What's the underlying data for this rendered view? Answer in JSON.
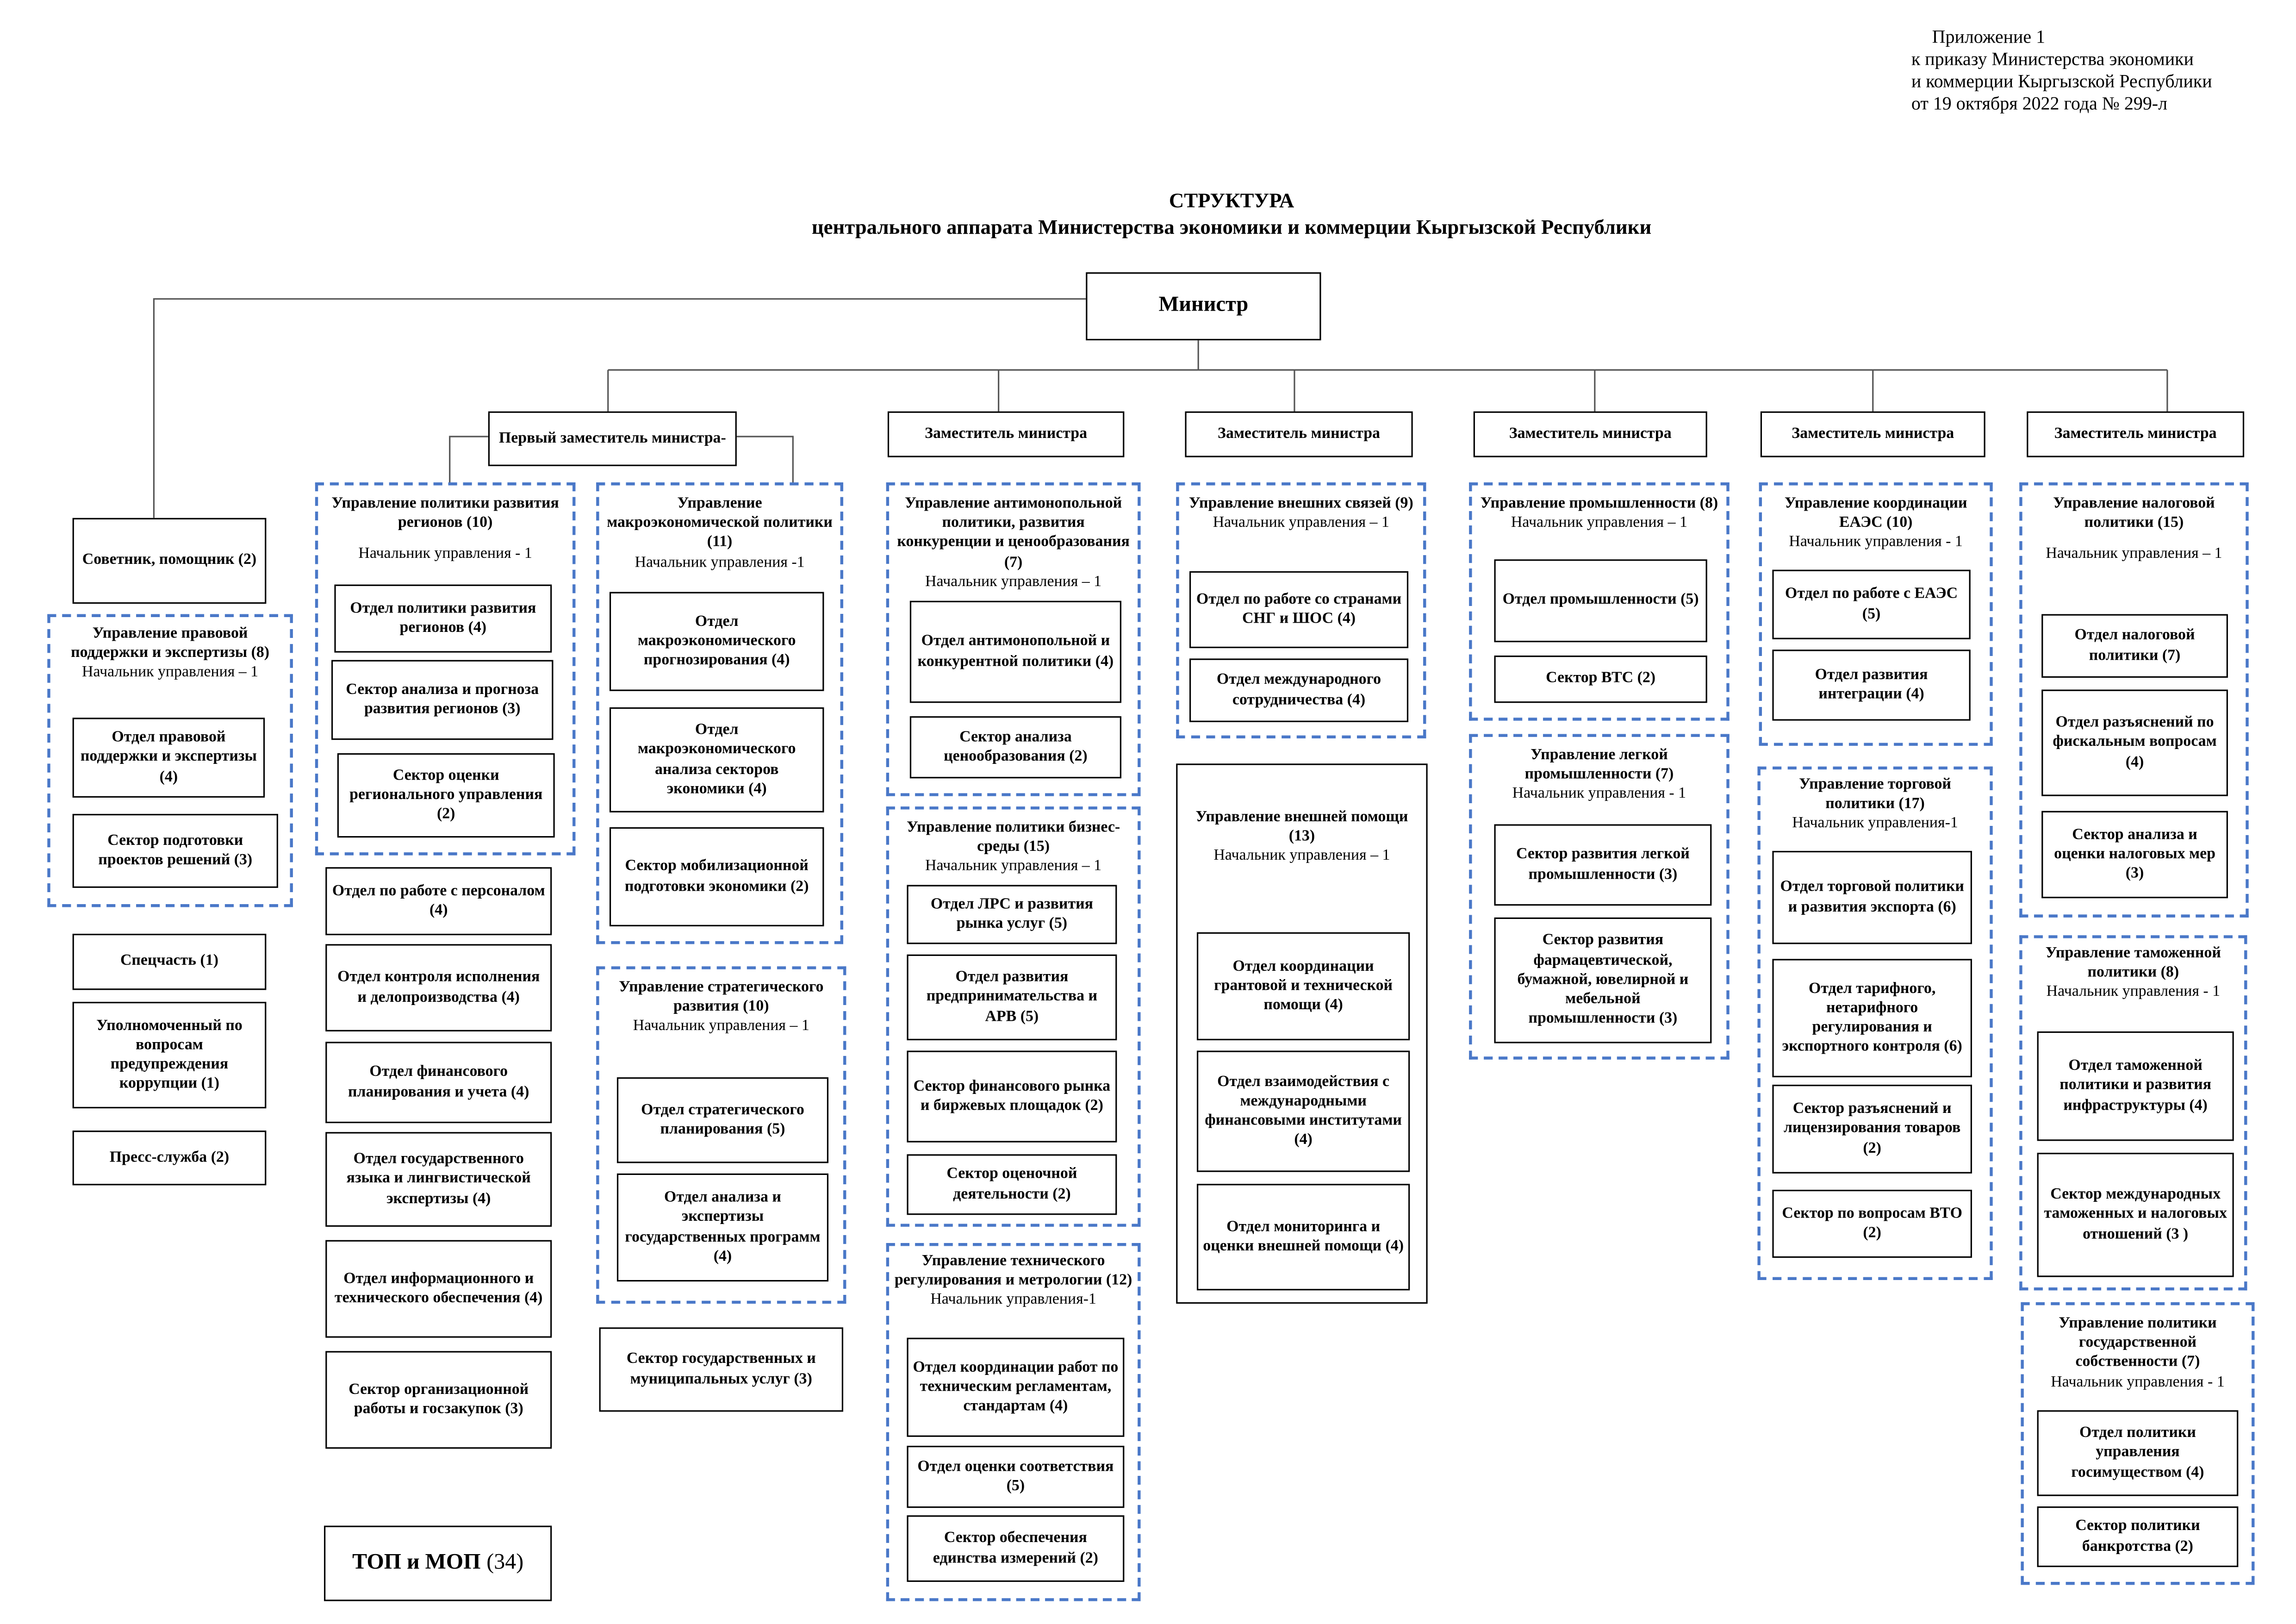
{
  "annex": {
    "line1": "Приложение 1",
    "line2": "к приказу Министерства экономики",
    "line3": "и коммерции Кыргызской Республики",
    "line4": "от 19 октября 2022 года № 299-л"
  },
  "title": {
    "line1": "СТРУКТУРА",
    "line2": "центрального аппарата Министерства экономики и коммерции Кыргызской Республики"
  },
  "minister": "Министр",
  "first_deputy": "Первый заместитель министра-",
  "deputy": "Заместитель министра",
  "col0": {
    "advisor": "Советник, помощник (2)",
    "legal": {
      "name": "Управление правовой поддержки и экспертизы (8)",
      "head": "Начальник управления – 1",
      "units": [
        "Отдел правовой поддержки и экспертизы (4)",
        "Сектор подготовки проектов решений (3)"
      ]
    },
    "special": "Спецчасть (1)",
    "anticorruption": "Уполномоченный по вопросам предупреждения коррупции (1)",
    "press": "Пресс-служба (2)"
  },
  "col1": {
    "regions": {
      "name": "Управление политики развития регионов (10)",
      "head": "Начальник управления - 1",
      "units": [
        "Отдел политики развития регионов (4)",
        "Сектор анализа и прогноза развития регионов (3)",
        "Сектор оценки регионального управления (2)"
      ]
    },
    "units": [
      "Отдел по работе с персоналом (4)",
      "Отдел контроля исполнения и делопроизводства (4)",
      "Отдел финансового планирования и учета (4)",
      "Отдел государственного языка и лингвистической экспертизы (4)",
      "Отдел информационного и технического обеспечения (4)",
      "Сектор организационной работы и госзакупок (3)"
    ],
    "top_mop": "ТОП и МОП",
    "top_mop_count": "(34)"
  },
  "col2": {
    "macro": {
      "name": "Управление макроэкономической политики (11)",
      "head": "Начальник управления -1",
      "units": [
        "Отдел макроэкономического прогнозирования (4)",
        "Отдел макроэкономического анализа секторов экономики (4)",
        "Сектор мобилизационной подготовки экономики (2)"
      ]
    },
    "strategic": {
      "name": "Управление стратегического развития (10)",
      "head": "Начальник управления – 1",
      "units": [
        "Отдел стратегического планирования (5)",
        "Отдел анализа и экспертизы государственных программ (4)"
      ]
    },
    "services": "Сектор государственных и муниципальных услуг (3)"
  },
  "col3": {
    "antimonopoly": {
      "name": "Управление антимонопольной политики, развития конкуренции и ценообразования (7)",
      "head": "Начальник управления – 1",
      "units": [
        "Отдел антимонопольной и конкурентной политики (4)",
        "Сектор анализа ценообразования (2)"
      ]
    },
    "business": {
      "name": "Управление политики бизнес-среды (15)",
      "head": "Начальник управления – 1",
      "units": [
        "Отдел ЛРС и развития рынка услуг (5)",
        "Отдел развития предпринимательства и АРВ (5)",
        "Сектор финансового рынка и биржевых площадок (2)",
        "Сектор оценочной деятельности (2)"
      ]
    },
    "technical": {
      "name": "Управление технического регулирования и метрологии (12)",
      "head": "Начальник управления-1",
      "units": [
        "Отдел координации работ по техническим регламентам, стандартам (4)",
        "Отдел оценки соответствия (5)",
        "Сектор обеспечения единства измерений (2)"
      ]
    }
  },
  "col4": {
    "external": {
      "name": "Управление внешних связей (9)",
      "head": "Начальник управления – 1",
      "units": [
        "Отдел по работе со странами СНГ и ШОС (4)",
        "Отдел международного сотрудничества (4)"
      ]
    },
    "aid": {
      "name": "Управление внешней помощи (13)",
      "head": "Начальник управления – 1",
      "units": [
        "Отдел координации грантовой и технической помощи (4)",
        "Отдел взаимодействия с международными финансовыми институтами (4)",
        "Отдел мониторинга и оценки внешней помощи (4)"
      ]
    }
  },
  "col5": {
    "industry": {
      "name": "Управление промышленности (8)",
      "head": "Начальник управления – 1",
      "units": [
        "Отдел промышленности (5)",
        "Сектор ВТС (2)"
      ]
    },
    "light": {
      "name": "Управление легкой промышленности (7)",
      "head": "Начальник управления - 1",
      "units": [
        "Сектор развития легкой промышленности (3)",
        "Сектор развития фармацевтической, бумажной, ювелирной и мебельной промышленности (3)"
      ]
    }
  },
  "col6": {
    "eaeu": {
      "name": "Управление координации ЕАЭС (10)",
      "head": "Начальник управления - 1",
      "units": [
        "Отдел по работе с ЕАЭС (5)",
        "Отдел развития интеграции (4)"
      ]
    },
    "trade": {
      "name": "Управление торговой политики (17)",
      "head": "Начальник управления-1",
      "units": [
        "Отдел торговой политики и развития экспорта (6)",
        "Отдел тарифного, нетарифного регулирования и экспортного контроля (6)",
        "Сектор разъяснений и лицензирования товаров (2)",
        "Сектор по вопросам ВТО (2)"
      ]
    }
  },
  "col7": {
    "tax": {
      "name": "Управление налоговой политики (15)",
      "head": "Начальник управления – 1",
      "units": [
        "Отдел налоговой политики (7)",
        "Отдел разъяснений по фискальным вопросам (4)",
        "Сектор анализа и оценки налоговых мер (3)"
      ]
    },
    "customs": {
      "name": "Управление таможенной политики (8)",
      "head": "Начальник управления - 1",
      "units": [
        "Отдел таможенной политики и развития инфраструктуры (4)",
        "Сектор международных таможенных и налоговых отношений (3 )"
      ]
    },
    "property": {
      "name": "Управление политики государственной собственности (7)",
      "head": "Начальник управления - 1",
      "units": [
        "Отдел политики управления госимуществом (4)",
        "Сектор политики банкротства (2)"
      ]
    }
  }
}
